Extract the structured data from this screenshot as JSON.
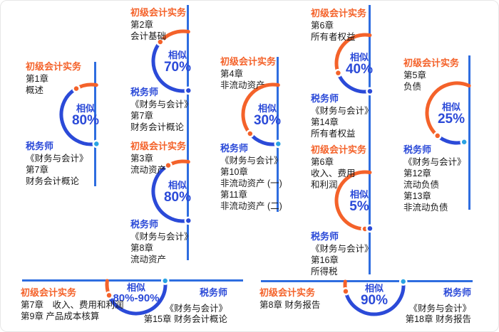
{
  "labels": {
    "similar": "相似"
  },
  "colors": {
    "orange": "#F4622A",
    "blue": "#2B4AD8",
    "line": "#2E6DE0",
    "cyan": "#29A3E3",
    "text": "#1A1A1A"
  },
  "pairings": [
    {
      "id": "a",
      "source_a": "初级会计实务",
      "lines_a": [
        "第1章",
        "概述"
      ],
      "percent": 80,
      "percent_label": "80%",
      "source_b": "税务师",
      "lines_b": [
        "《财务与会计》",
        "第7章",
        "财务会计概论"
      ]
    },
    {
      "id": "b1",
      "source_a": "初级会计实务",
      "lines_a": [
        "第2章",
        "会计基础"
      ],
      "percent": 70,
      "percent_label": "70%",
      "source_b": "税务师",
      "lines_b": [
        "《财务与会计》",
        "第7章",
        "财务会计概论"
      ]
    },
    {
      "id": "b2",
      "source_a": "初级会计实务",
      "lines_a": [
        "第3章",
        "流动资产"
      ],
      "percent": 80,
      "percent_label": "80%",
      "source_b": "税务师",
      "lines_b": [
        "《财务与会计》",
        "第8章",
        "流动资产"
      ]
    },
    {
      "id": "c",
      "source_a": "初级会计实务",
      "lines_a": [
        "第4章",
        "非流动资产"
      ],
      "percent": 30,
      "percent_label": "30%",
      "source_b": "税务师",
      "lines_b": [
        "《财务与会计》",
        "第10章",
        "非流动资产 (一)",
        "第11章",
        "非流动资产 (二)"
      ]
    },
    {
      "id": "d1",
      "source_a": "初级会计实务",
      "lines_a": [
        "第6章",
        "所有者权益"
      ],
      "percent": 40,
      "percent_label": "40%",
      "source_b": "税务师",
      "lines_b": [
        "《财务与会计》",
        "第14章",
        "所有者权益"
      ]
    },
    {
      "id": "d2",
      "source_a": "初级会计实务",
      "lines_a": [
        "第6章",
        "收入、费用",
        "和利润"
      ],
      "percent": 5,
      "percent_label": "5%",
      "source_b": "税务师",
      "lines_b": [
        "《财务与会计》",
        "第16章",
        "所得税"
      ]
    },
    {
      "id": "e",
      "source_a": "初级会计实务",
      "lines_a": [
        "第5章",
        "负债"
      ],
      "percent": 25,
      "percent_label": "25%",
      "source_b": "税务师",
      "lines_b": [
        "《财务与会计》",
        "第12章",
        "流动负债",
        "第13章",
        "非流动负债"
      ]
    },
    {
      "id": "f",
      "source_a": "初级会计实务",
      "lines_a": [
        "第7章　收入、费用和利润",
        "第9章 产品成本核算"
      ],
      "percent": 85,
      "percent_label": "80%-90%",
      "source_b": "税务师",
      "lines_b": [
        "《财务与会计》",
        "第15章 财务会计概论"
      ]
    },
    {
      "id": "g",
      "source_a": "初级会计实务",
      "lines_a": [
        "第8章 财务报告"
      ],
      "percent": 90,
      "percent_label": "90%",
      "source_b": "税务师",
      "lines_b": [
        "《财务与会计》",
        "第18章 财务报告"
      ]
    }
  ]
}
